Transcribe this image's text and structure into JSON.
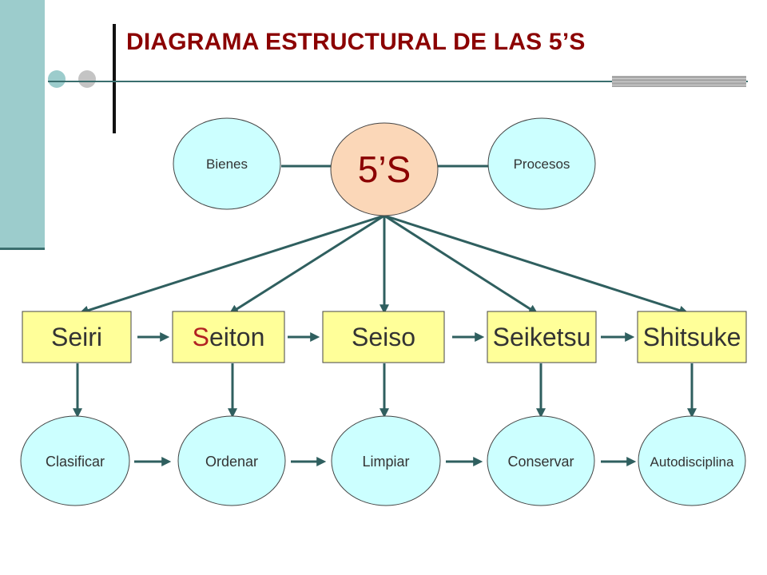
{
  "title": "DIAGRAMA ESTRUCTURAL DE LAS 5’S",
  "center": "5’S",
  "side_nodes": {
    "left": "Bienes",
    "right": "Procesos"
  },
  "boxes": [
    {
      "first": "",
      "rest": "Seiri"
    },
    {
      "first": "S",
      "rest": "eiton"
    },
    {
      "first": "",
      "rest": "Seiso"
    },
    {
      "first": "",
      "rest": "Seiketsu"
    },
    {
      "first": "",
      "rest": "Shitsuke"
    }
  ],
  "actions": [
    "Clasificar",
    "Ordenar",
    "Limpiar",
    "Conservar",
    "Autodisciplina"
  ],
  "colors": {
    "title": "#8b0000",
    "center_fill": "#fbd7b8",
    "ellipse_fill": "#ccffff",
    "box_fill": "#ffff99",
    "arrow": "#2f5f5f",
    "first_letter_accent": "#b22222"
  }
}
